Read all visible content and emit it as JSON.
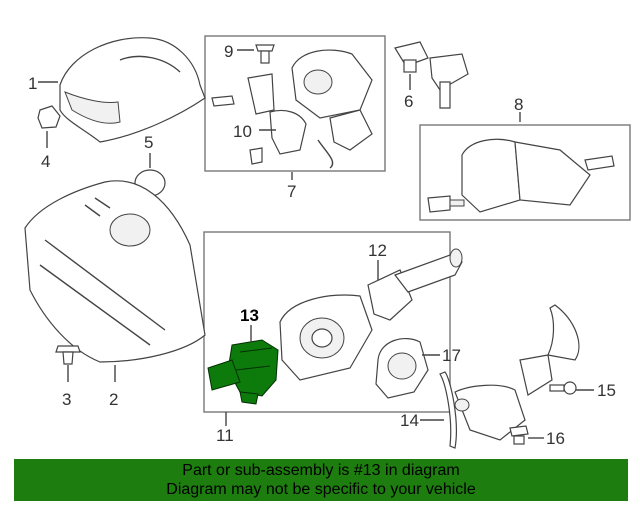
{
  "diagram": {
    "callouts": [
      "1",
      "2",
      "3",
      "4",
      "5",
      "6",
      "7",
      "8",
      "9",
      "10",
      "11",
      "12",
      "13",
      "14",
      "15",
      "16",
      "17"
    ],
    "highlighted_part": "13"
  },
  "banner": {
    "line1": "Part or sub-assembly is #13 in diagram",
    "line2": "Diagram may not be specific to your vehicle"
  },
  "colors": {
    "highlight": "#0c7b0c",
    "banner": "#1d7d0f"
  }
}
